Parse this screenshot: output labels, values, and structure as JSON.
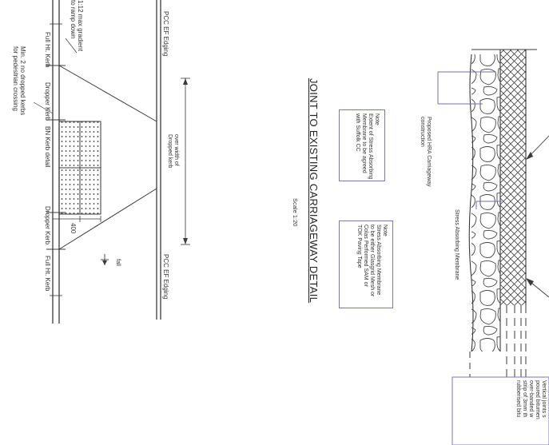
{
  "drawing": {
    "dropped_kerb_plan": {
      "gradient_note": [
        "1:12 max gradient",
        "to ramp down"
      ],
      "edging_top": "PCC EF Edging",
      "edging_bottom": "PCC EF Edging",
      "dimension_label": [
        "over width of",
        "Dropped kerb"
      ],
      "full_ht_kerb_top": "Full Ht. Kerb",
      "full_ht_kerb_bottom": "Full Ht. Kerb",
      "dropper_kerb_top": "Dropper Kerb",
      "dropper_kerb_bottom": "Dropper Kerb",
      "bn_kerb_detail": "BN Kerb detail",
      "dimension_400": "400",
      "fall": "fall",
      "crossing_note": [
        "Min. 2 no dropped kerbs",
        "for pedestrian crossing"
      ]
    },
    "joint_detail": {
      "title": "JOINT TO EXISTING CARRIAGEWAY DETAIL",
      "scale": "Scale 1:20",
      "note_1": [
        "Note",
        "Extent of Stress Absorbing",
        "Membrane to be agreed",
        "with Suffolk CC"
      ],
      "note_2": [
        "Note",
        "Stress Absorbing Membrane",
        "to be either Glasgrid Mesh or",
        "Colas Performed SAM or",
        "TOK Paving Tape"
      ],
      "proposed_label": [
        "Proposed HRA Carriageway",
        "construction"
      ],
      "membrane_label": "Stress Absorbing Membrane",
      "vertical_joints_note": [
        "Vertical joints s",
        "poured bitumen",
        "over-banded w",
        "strip of 3mm th",
        "rubberised bitu"
      ]
    },
    "colors": {
      "line": "#3a3a3a",
      "leader": "#6f6bb0",
      "note_border": "#7a77b8"
    }
  }
}
